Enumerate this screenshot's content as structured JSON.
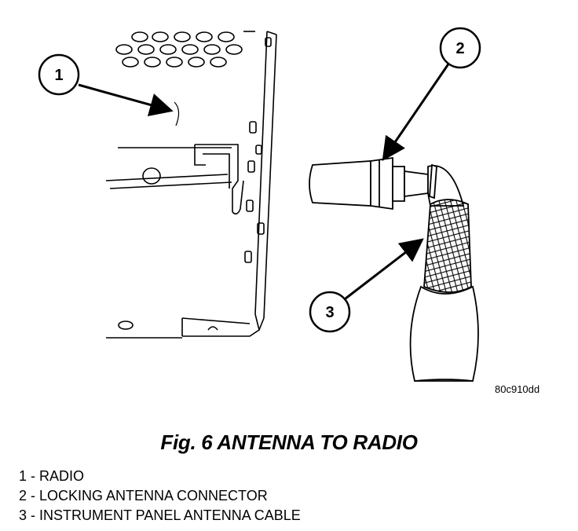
{
  "figure": {
    "code": "80c910dd",
    "title": "Fig. 6 ANTENNA TO RADIO"
  },
  "callouts": [
    "1",
    "2",
    "3"
  ],
  "legend": [
    "1 - RADIO",
    "2 - LOCKING ANTENNA CONNECTOR",
    "3 - INSTRUMENT PANEL ANTENNA CABLE"
  ]
}
